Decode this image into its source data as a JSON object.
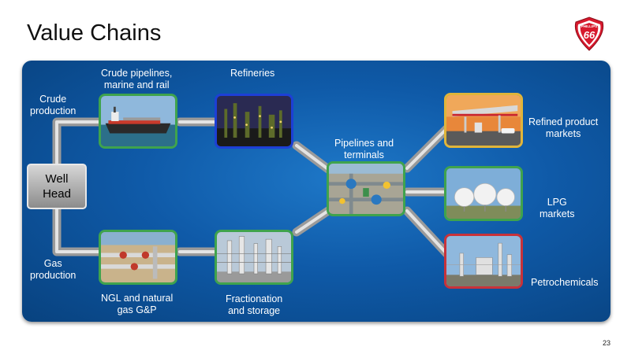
{
  "title": "Value Chains",
  "logo": {
    "line1": "PHILLIPS",
    "line2": "66"
  },
  "page_number": "23",
  "diagram": {
    "well_head": {
      "line1": "Well",
      "line2": "Head"
    },
    "crude_production": {
      "line1": "Crude",
      "line2": "production"
    },
    "gas_production": {
      "line1": "Gas",
      "line2": "production"
    },
    "crude_pipelines": {
      "line1": "Crude pipelines,",
      "line2": "marine and rail"
    },
    "refineries": {
      "line1": "Refineries"
    },
    "ngl": {
      "line1": "NGL and natural",
      "line2": "gas G&P"
    },
    "fractionation": {
      "line1": "Fractionation",
      "line2": "and storage"
    },
    "pipelines_terminals": {
      "line1": "Pipelines and",
      "line2": "terminals"
    },
    "refined_product": {
      "line1": "Refined product",
      "line2": "markets"
    },
    "lpg": {
      "line1": "LPG",
      "line2": "markets"
    },
    "petrochemicals": {
      "line1": "Petrochemicals"
    }
  },
  "colors": {
    "panel": "#0f5aa8",
    "green_border": "#3fa34d",
    "blue_border": "#1d3fd6",
    "gold_border": "#e0b53a",
    "red_border": "#c8323a"
  }
}
